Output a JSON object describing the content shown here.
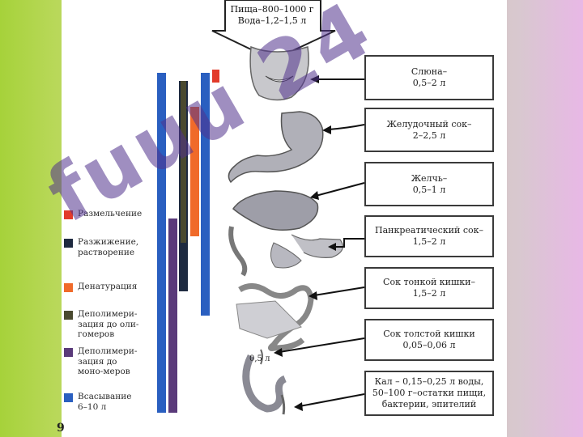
{
  "intake": {
    "line1": "Пища–800–1000 г",
    "line2": "Вода–1,2–1,5 л"
  },
  "boxes": [
    {
      "line1": "Слюна–",
      "line2": "0,5–2 л"
    },
    {
      "line1": "Желудочный сок–",
      "line2": "2–2,5 л"
    },
    {
      "line1": "Желчь–",
      "line2": "0,5–1 л"
    },
    {
      "line1": "Панкреатический сок–",
      "line2": "1,5–2 л"
    },
    {
      "line1": "Сок тонкой кишки–",
      "line2": "1,5–2 л"
    },
    {
      "line1": "Сок толстой кишки",
      "line2": "0,05–0,06 л"
    },
    {
      "line1": "Кал – 0,15–0,25 л воды,",
      "line2": "50–100 г–остатки пищи,",
      "line3": "бактерии, эпителий"
    }
  ],
  "colon_label": "0,5 л",
  "legend": [
    {
      "label": "Размельчение",
      "color": "#e23b2a"
    },
    {
      "label": "Разжижение, растворение",
      "color": "#1e2a40"
    },
    {
      "label": "Денатурация",
      "color": "#f06a2a"
    },
    {
      "label": "Деполимери-зация до оли-гомеров",
      "color": "#4a4a30"
    },
    {
      "label": "Деполимери-зация до моно-меров",
      "color": "#5a3a7a"
    },
    {
      "label": "Всасывание 6–10 л",
      "color": "#2a5fc0"
    }
  ],
  "watermark": "fuuu 24",
  "slide_number": "9"
}
